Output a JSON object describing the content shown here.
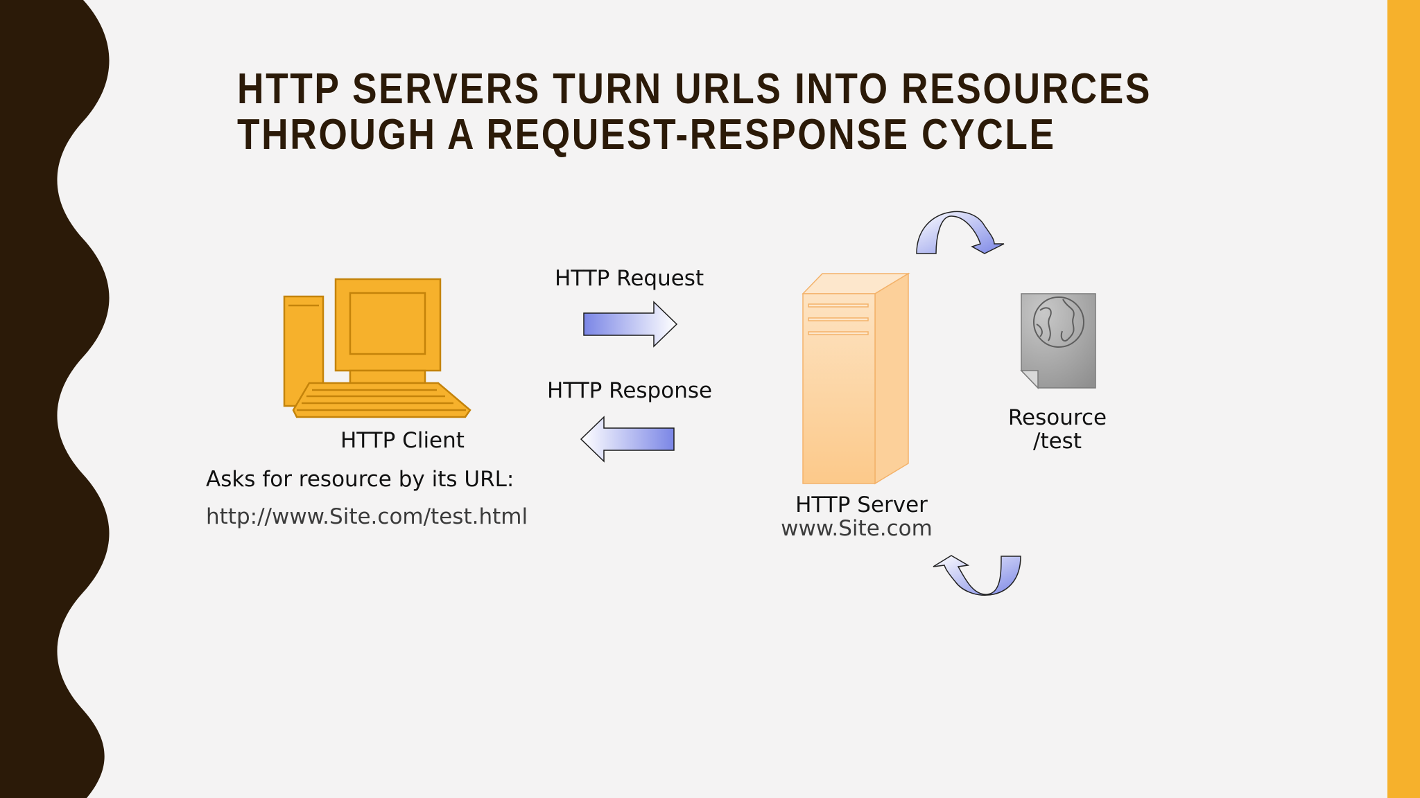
{
  "slide": {
    "title_line1": "HTTP SERVERS TURN URLS INTO RESOURCES",
    "title_line2": "THROUGH A REQUEST-RESPONSE CYCLE"
  },
  "client": {
    "label": "HTTP Client",
    "description": "Asks for resource by its URL:",
    "url": "http://www.Site.com/test.html"
  },
  "arrows": {
    "request_label": "HTTP Request",
    "response_label": "HTTP Response"
  },
  "server": {
    "label": "HTTP Server",
    "host": "www.Site.com"
  },
  "resource": {
    "label_line1": "Resource",
    "label_line2": "/test"
  },
  "colors": {
    "left_band": "#2b1a08",
    "right_band": "#f6b12c",
    "computer": "#f6b12c",
    "server": "#fcd3a0",
    "arrow_gradient_start": "#7d87e8",
    "document": "#a3a3a3"
  },
  "icons": [
    "computer-icon",
    "server-icon",
    "globe-document-icon",
    "right-arrow-icon",
    "left-arrow-icon",
    "curved-arrow-icon"
  ]
}
